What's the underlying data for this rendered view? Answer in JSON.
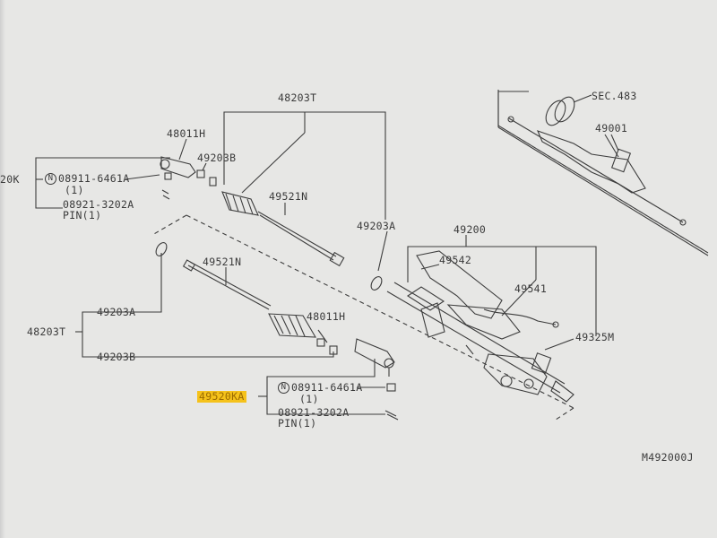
{
  "diagram": {
    "page_ref": "M492000J",
    "sec_ref": "SEC.483",
    "labels": {
      "p_49001": "49001",
      "p_48203T_top": "48203T",
      "p_48011H_top": "48011H",
      "p_49203B_top": "49203B",
      "p_49521N_top": "49521N",
      "p_49203A_top": "49203A",
      "p_49200": "49200",
      "p_49542": "49542",
      "p_49541": "49541",
      "p_49325M": "49325M",
      "p_48203T_left": "48203T",
      "p_49203A_left": "49203A",
      "p_49203B_left": "49203B",
      "p_48011H_bot": "48011H",
      "p_49521N_mid": "49521N",
      "p_20K": "20K",
      "p_nut_top": "08911-6461A",
      "p_nut_top_qty": "(1)",
      "p_pin_top": "08921-3202A",
      "p_pin_top_qty": "PIN(1)",
      "p_49520KA": "49520KA",
      "p_nut_bot": "08911-6461A",
      "p_nut_bot_qty": "(1)",
      "p_pin_bot": "08921-3202A",
      "p_pin_bot_qty": "PIN(1)",
      "circle_n": "N"
    }
  }
}
